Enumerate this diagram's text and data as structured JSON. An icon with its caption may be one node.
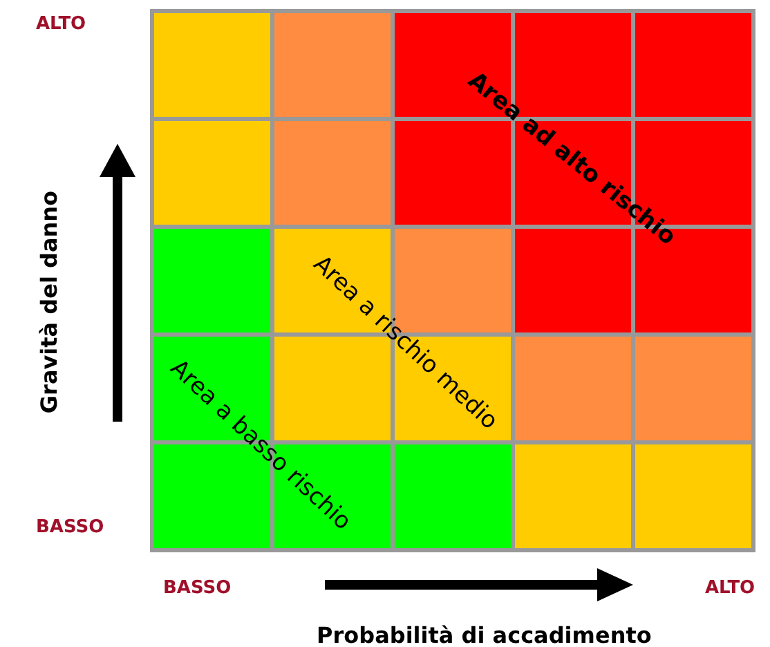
{
  "diagram": {
    "labels": [
      "ALTO",
      "Area ad alto rischio",
      "Gravità del danno",
      "Area a rischio medio",
      "Area a basso rischio",
      "BASSO",
      "BASSO",
      "ALTO",
      "Probabilità di accadimento"
    ]
  }
}
